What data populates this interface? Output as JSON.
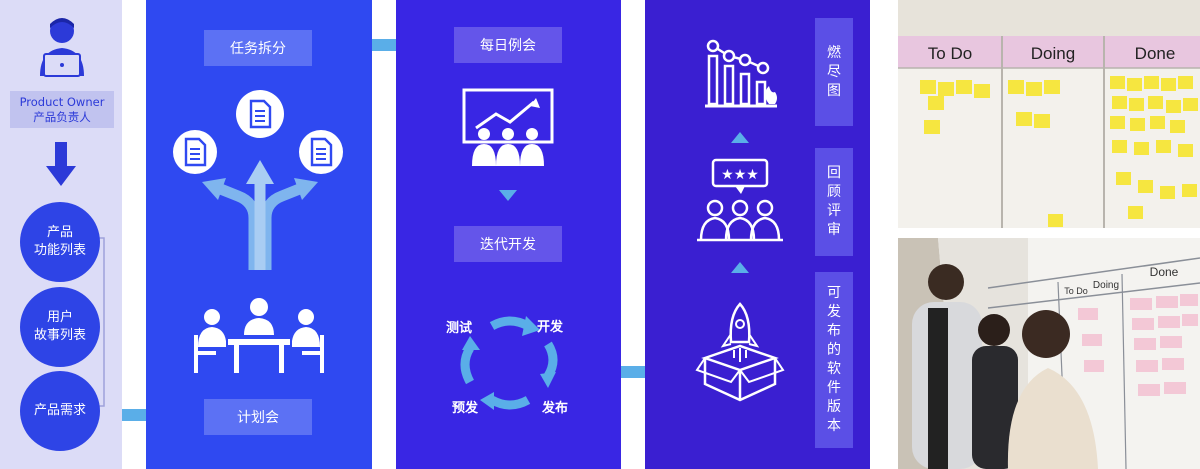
{
  "colors": {
    "po_panel": "#dcdcf7",
    "plan_panel": "#2f49f1",
    "daily_panel": "#3926e4",
    "release_panel": "#3a1fd1",
    "arrow": "#5aaee8"
  },
  "product_owner": {
    "icon": "product-owner-icon",
    "title_en": "Product Owner",
    "title_zh": "产品负责人",
    "items": [
      {
        "line1": "产品",
        "line2": "功能列表"
      },
      {
        "line1": "用户",
        "line2": "故事列表"
      },
      {
        "line1": "产品需求",
        "line2": ""
      }
    ]
  },
  "planning": {
    "task_split": "任务拆分",
    "meeting": "计划会",
    "icons": [
      "document-icon",
      "split-arrows-icon",
      "meeting-table-icon"
    ]
  },
  "daily": {
    "standup": "每日例会",
    "iteration": "迭代开发",
    "cycle": [
      "开发",
      "发布",
      "预发",
      "测试"
    ]
  },
  "release": {
    "burndown": "燃尽图",
    "review": "回顾评审",
    "software": "可发布的软件版本"
  },
  "kanban_photo": {
    "columns": [
      "To Do",
      "Doing",
      "Done"
    ]
  },
  "team_photo": {
    "columns": [
      "To Do",
      "Doing",
      "Done"
    ]
  }
}
